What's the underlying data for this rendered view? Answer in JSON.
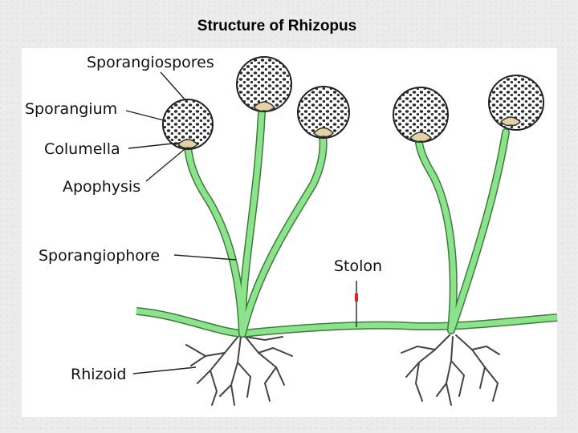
{
  "title": "Structure of Rhizopus",
  "labels": {
    "sporangiospores": "Sporangiospores",
    "sporangium": "Sporangium",
    "columella": "Columella",
    "apophysis": "Apophysis",
    "sporangiophore": "Sporangiophore",
    "stolon": "Stolon",
    "rhizoid": "Rhizoid"
  },
  "colors": {
    "hypha": "#8be38a",
    "hypha_outline": "#3f7a3f",
    "sporangium": "#ffffff",
    "spore": "#2b2b2b",
    "columella": "#e3d2a4",
    "rhizoid": "#444444",
    "stolon_marker": "#e2211c"
  }
}
